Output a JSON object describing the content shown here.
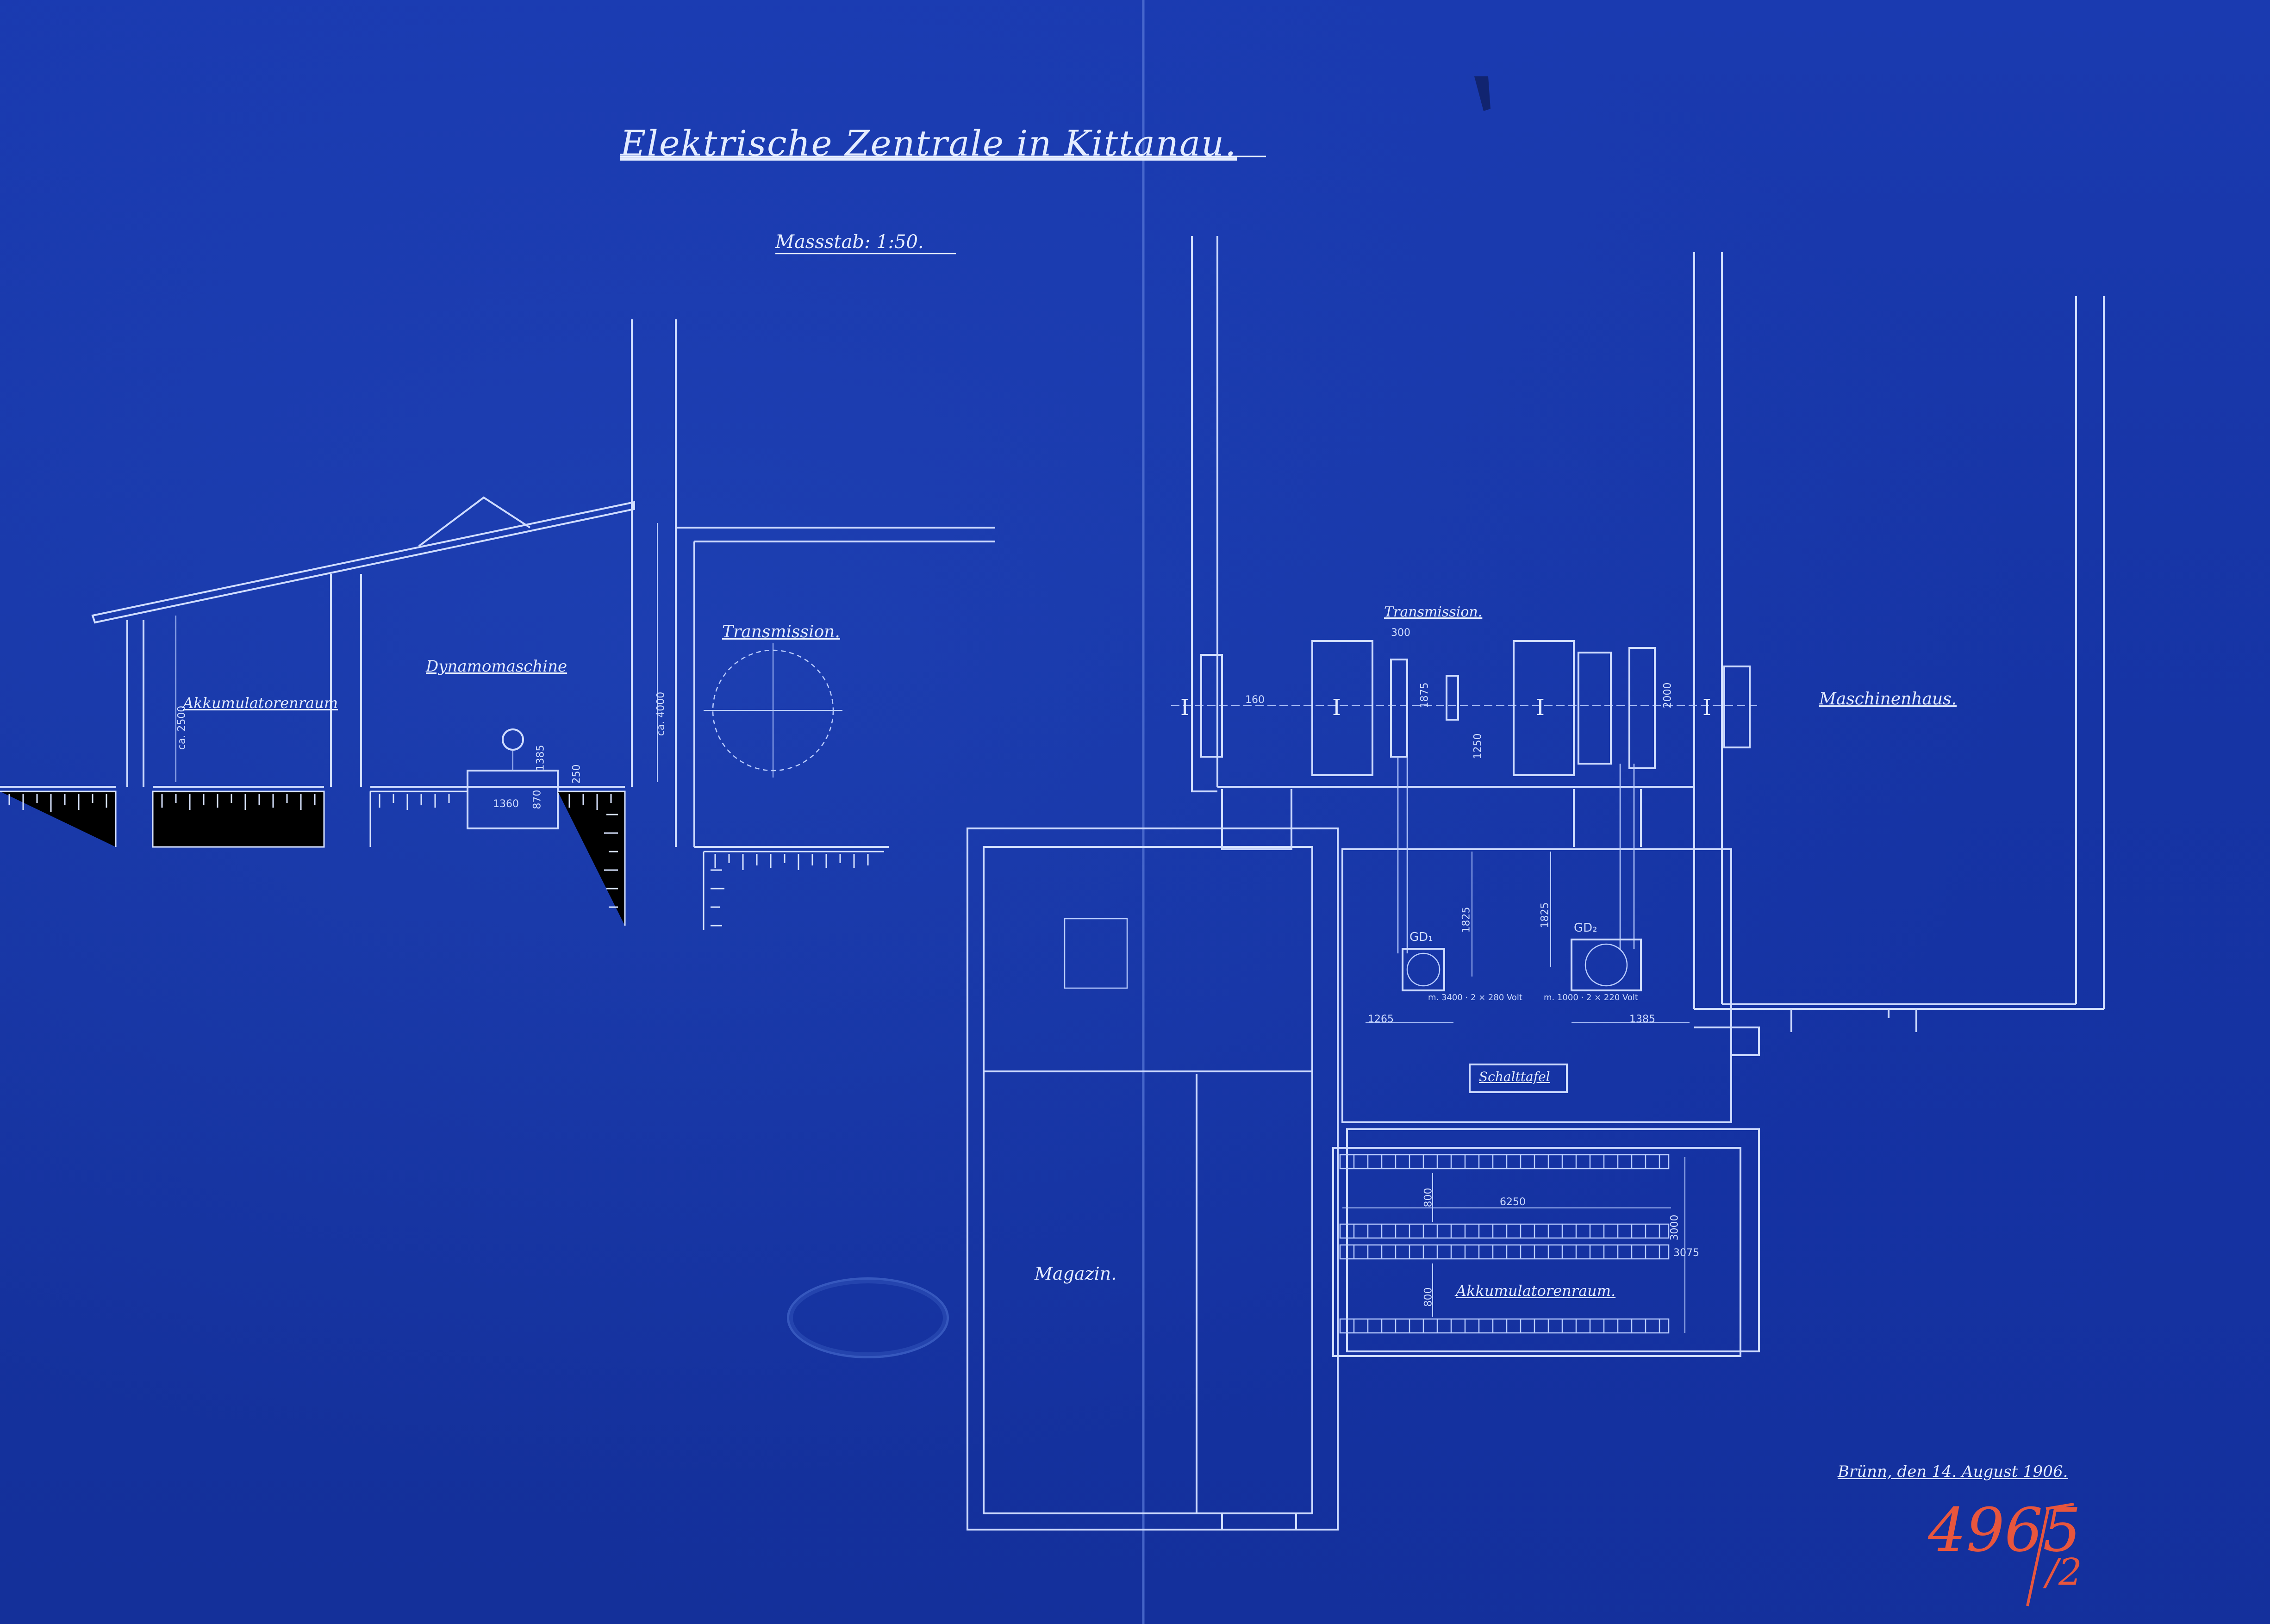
{
  "title": "Elektrische Zentrale in Kittanau.",
  "scale": "Massstab: 1:50.",
  "labels": {
    "akku_section": "Akkumulatorenraum",
    "dynamo_section": "Dynamomaschine",
    "transmission_section": "Transmission.",
    "transmission_plan": "Transmission.",
    "maschinenhaus": "Maschinenhaus.",
    "magazin": "Magazin.",
    "schalttafel": "Schalttafel",
    "akku_plan": "Akkumulatorenraum.",
    "date": "Brünn, den 14. August 1906.",
    "inventory_number": "4965",
    "inventory_suffix": "/2",
    "gd_left": "GD₁",
    "gd_right": "GD₂"
  },
  "dimensions": {
    "ca_2500": "ca. 2500",
    "ca_4000": "ca. 4000",
    "d_1360": "1360",
    "d_870": "870",
    "d_250": "250",
    "d_1385a": "1385",
    "d_300": "300",
    "d_160": "160",
    "d_1875": "1875",
    "d_1250": "1250",
    "d_2000": "2000",
    "d_1825a": "1825",
    "d_1825b": "1825",
    "d_1265": "1265",
    "d_1385": "1385",
    "d_6250": "6250",
    "d_800a": "800",
    "d_800b": "800",
    "d_3000": "3000",
    "d_3075": "3075",
    "motor_left": "m. 3400 · 2 × 280 Volt",
    "motor_right": "m. 1000 · 2 × 220 Volt"
  },
  "colors": {
    "paper": "#1736a4",
    "ink": "#cfdcff",
    "inventory_ink": "#e8563d"
  }
}
